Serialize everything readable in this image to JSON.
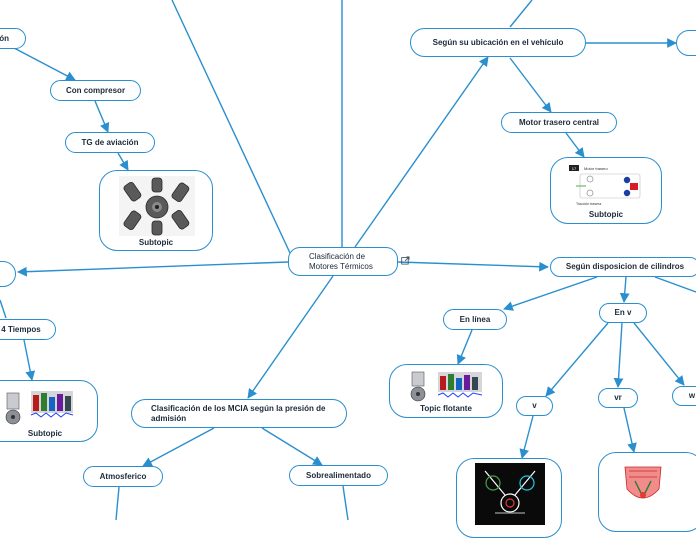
{
  "central": {
    "label": "Clasificación de\nMotores Térmicos"
  },
  "nodes": {
    "cut_top_left": "ón",
    "con_compresor": "Con compresor",
    "tg_aviacion": "TG de aviación",
    "segun_ubicacion": "Según su ubicación en el vehículo",
    "motor_trasero": "Motor trasero central",
    "segun_disposicion": "Según disposicion de cilindros",
    "cuatro_tiempos": "4 Tiempos",
    "en_linea": "En línea",
    "en_v": "En v",
    "v": "v",
    "vr": "vr",
    "w": "w",
    "clasificacion_mcia": "Clasificación de los MCIA según la presión de admisión",
    "atmosferico": "Atmosferico",
    "sobrealimentado": "Sobrealimentado"
  },
  "cards": {
    "turbine_caption": "Subtopic",
    "layout_caption": "Subtopic",
    "piston_left_caption": "Subtopic",
    "floating_caption": "Topic flotante"
  },
  "thumbnail_text": {
    "layout_badge": "17",
    "layout_title": "Motor trasero",
    "layout_footer": "Tracción trasera"
  },
  "colors": {
    "link": "#2a8fcf",
    "node_border": "#2a8fcf",
    "text": "#1b2a3a"
  }
}
